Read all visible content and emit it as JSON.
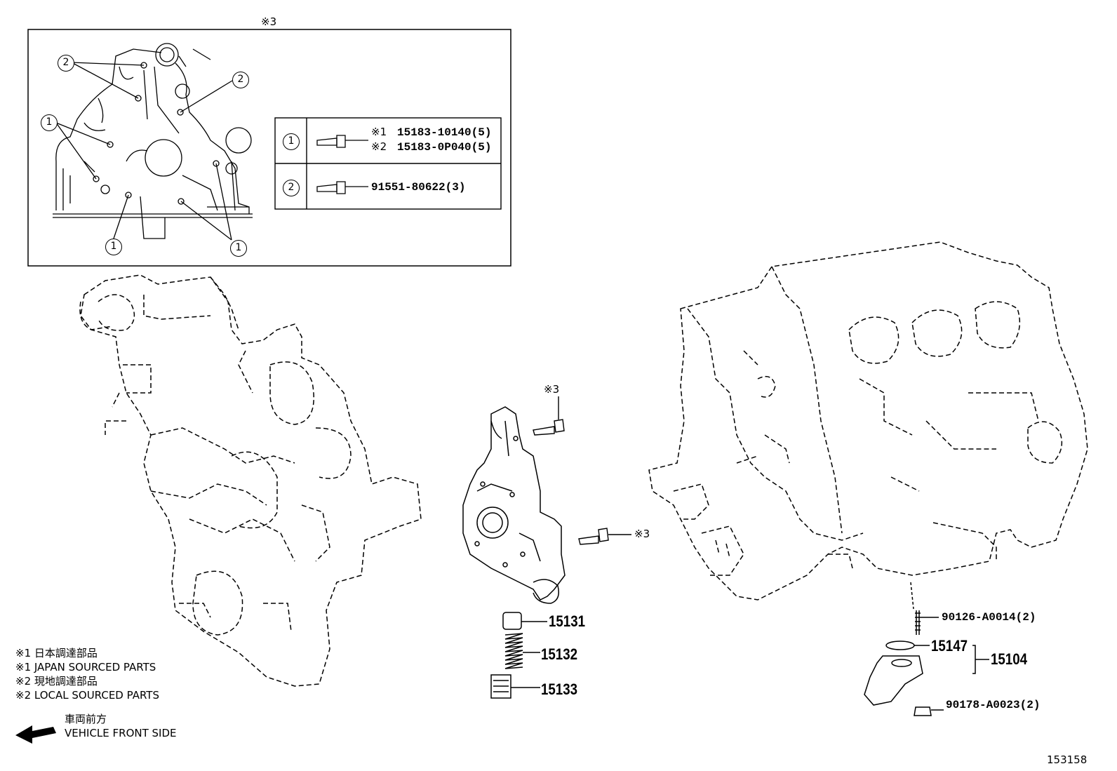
{
  "inset": {
    "ref_mark": "※3",
    "callout_1": "1",
    "callout_2": "2",
    "table": {
      "row1": {
        "key": "1",
        "lines": [
          {
            "mark": "※1",
            "part": "15183-10140(5)"
          },
          {
            "mark": "※2",
            "part": "15183-0P040(5)"
          }
        ]
      },
      "row2": {
        "key": "2",
        "part": "91551-80622(3)"
      }
    }
  },
  "ref_marks": {
    "bolt_top": "※3",
    "bolt_side": "※3"
  },
  "parts": {
    "p15131": "15131",
    "p15132": "15132",
    "p15133": "15133",
    "p15147": "15147",
    "p15104": "15104",
    "stud": "90126-A0014(2)",
    "nut": "90178-A0023(2)"
  },
  "legend": [
    "※1  日本調達部品",
    "※1  JAPAN SOURCED PARTS",
    "※2  現地調達部品",
    "※2  LOCAL SOURCED PARTS"
  ],
  "front": {
    "jp": "車両前方",
    "en": "VEHICLE FRONT SIDE"
  },
  "diagram_id": "153158"
}
